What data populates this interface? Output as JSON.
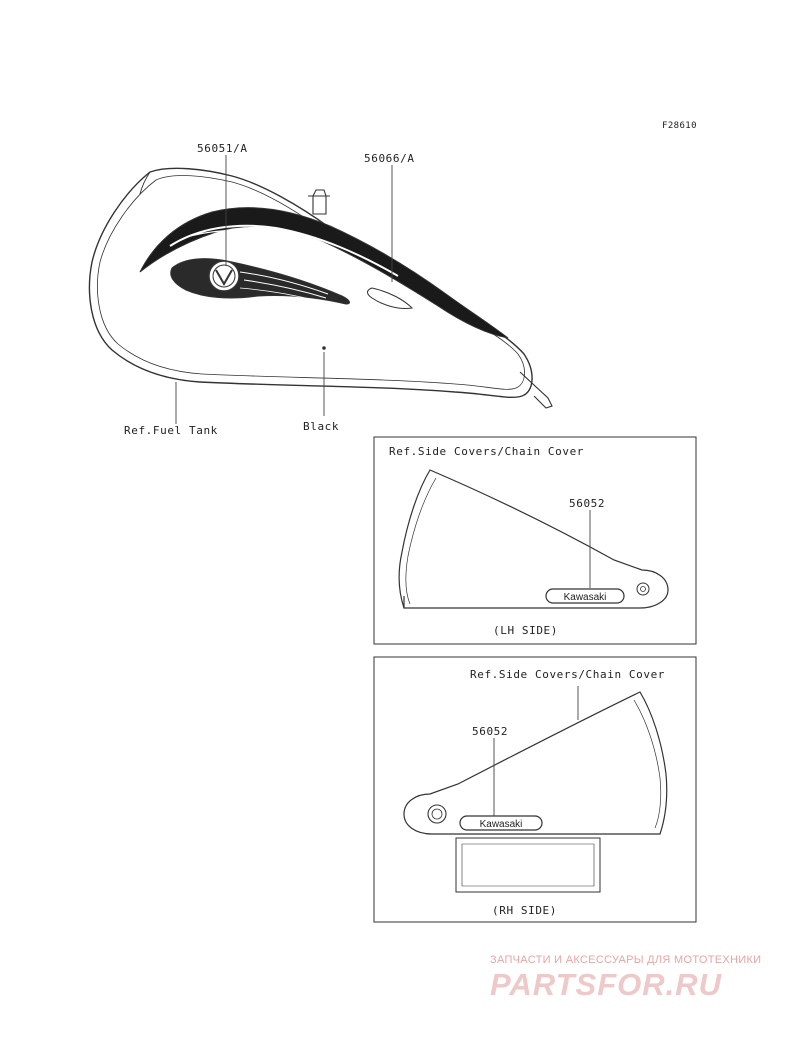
{
  "figure_code": "F28610",
  "parts": {
    "tank_decal": "56051/A",
    "tank_stripe": "56066/A",
    "side_cover_emblem_lh": "56052",
    "side_cover_emblem_rh": "56052"
  },
  "refs": {
    "fuel_tank": "Ref.Fuel Tank",
    "side_covers_lh": "Ref.Side Covers/Chain Cover",
    "side_covers_rh": "Ref.Side Covers/Chain Cover"
  },
  "color_note": "Black",
  "emblem_text": "Kawasaki",
  "panels": {
    "lh_caption": "(LH SIDE)",
    "rh_caption": "(RH SIDE)"
  },
  "watermark": {
    "tagline": "ЗАПЧАСТИ И АКСЕССУАРЫ ДЛЯ МОТОТЕХНИКИ",
    "brand": "PARTSFOR.RU"
  }
}
